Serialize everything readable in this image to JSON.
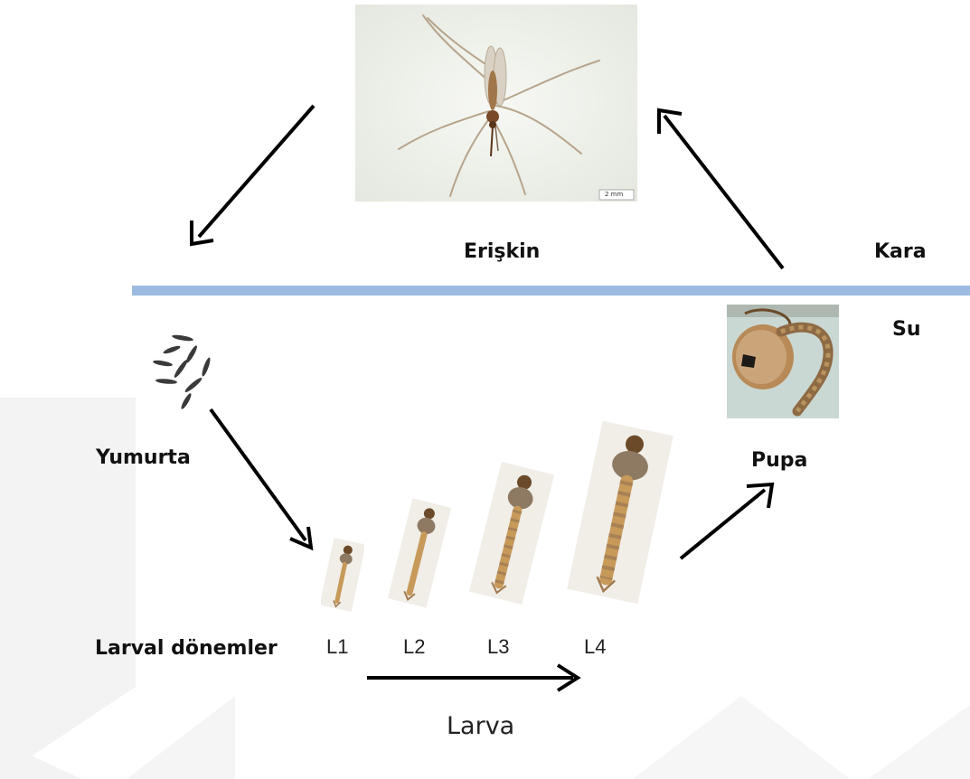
{
  "labels": {
    "adult": "Erişkin",
    "land": "Kara",
    "water": "Su",
    "egg": "Yumurta",
    "pupa": "Pupa",
    "larval_stages": "Larval dönemler",
    "larva": "Larva"
  },
  "stages": [
    "L1",
    "L2",
    "L3",
    "L4"
  ],
  "scale_bar": "2 mm",
  "colors": {
    "water_line": "#9dbbe0",
    "arrow": "#000000",
    "larva_body": "#c79a5a",
    "larva_head": "#6b4a2a",
    "pupa_bg": "#c9d8d3",
    "pupa_body": "#b88a57",
    "adult_bg": "#eef1ea",
    "watermark": "#f2f2f2"
  }
}
